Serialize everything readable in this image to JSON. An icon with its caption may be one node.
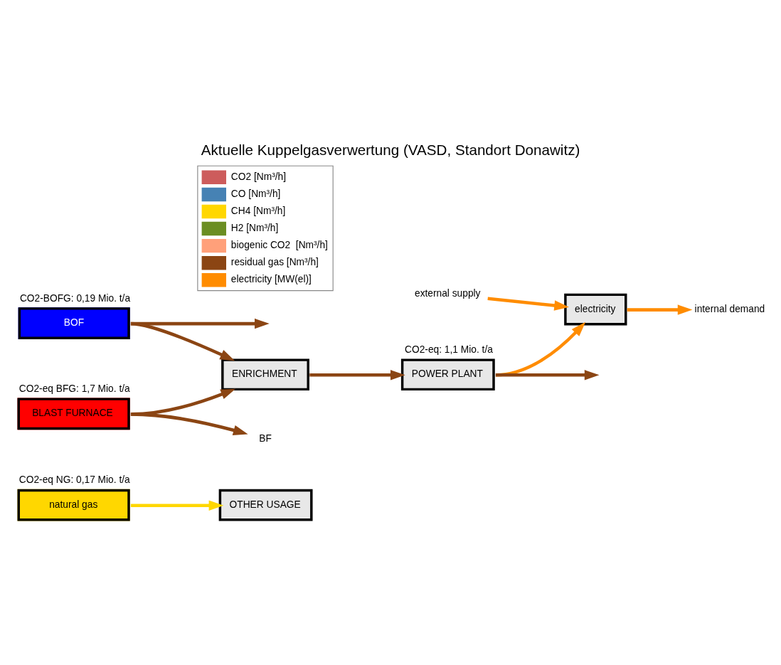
{
  "diagram": {
    "title": "Aktuelle Kuppelgasverwertung (VASD, Standort Donawitz)",
    "nodes": [
      {
        "text": [
          "natural gas"
        ],
        "beside": [
          "CO2-eq NG: 0,17 Mio. t/a"
        ]
      },
      {
        "text": [
          "OTHER USAGE"
        ]
      },
      {
        "text": [
          "BLAST FURNACE"
        ],
        "beside": [
          "CO2-eq BFG: 1,7 Mio. t/a"
        ]
      },
      {
        "text": [
          "ENRICHMENT"
        ]
      },
      {
        "text": [
          "POWER PLANT"
        ],
        "beside": [
          "CO2-eq: 1,1 Mio. t/a"
        ]
      },
      {
        "text": [
          "BOF"
        ],
        "beside": [
          "CO2-BOFG: 0,19 Mio. t/a"
        ]
      },
      {
        "text": [
          "electricity"
        ]
      },
      {
        "text": [
          "BF"
        ]
      },
      {
        "text": [
          "external supply"
        ]
      },
      {
        "text": [
          "internal demand"
        ]
      }
    ],
    "edges": [
      {
        "from": 0,
        "to": 1,
        "arrow": "to",
        "color": "#ffd700"
      },
      {
        "from": 2,
        "to": 3,
        "arrow": "to"
      },
      {
        "from": 2,
        "to": 7,
        "arrow": "to"
      },
      {
        "from": 5,
        "to": 3,
        "arrow": "to"
      },
      {
        "from": 5,
        "to": null,
        "arrow": "to"
      },
      {
        "from": 3,
        "to": 4,
        "arrow": "to"
      },
      {
        "from": 4,
        "to": null,
        "arrow": "to"
      },
      {
        "from": 4,
        "to": 6,
        "arrow": "to",
        "color": "#ff8c00"
      },
      {
        "from": 8,
        "to": 6,
        "arrow": "to",
        "color": "#ff8c00"
      },
      {
        "from": 6,
        "to": 9,
        "arrow": "to",
        "color": "#ff8c00"
      }
    ],
    "legend": [
      {
        "text": "CO2 [Nm³/h]",
        "color": "#cd5c5c"
      },
      {
        "text": "CO [Nm³/h]",
        "color": "#4682b4"
      },
      {
        "text": "CH4 [Nm³/h]",
        "color": "#ffd700"
      },
      {
        "text": "H2 [Nm³/h]",
        "color": "#6b8e23"
      },
      {
        "text": "biogenic CO2  [Nm³/h]",
        "color": "#ffa07a"
      },
      {
        "text": "residual gas [Nm³/h]",
        "color": "#8b4513"
      },
      {
        "text": "electricity [MW(el)]",
        "color": "#ff8c00"
      }
    ]
  }
}
